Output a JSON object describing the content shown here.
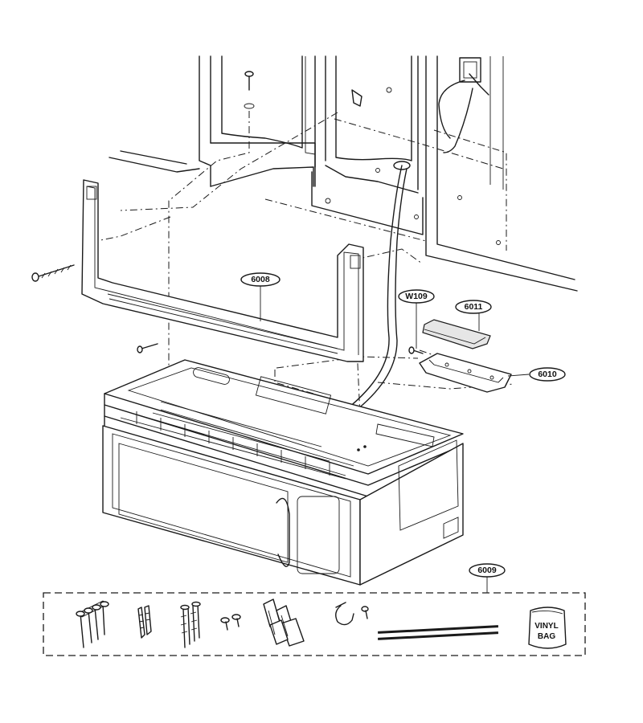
{
  "callouts": {
    "frame": "6008",
    "screw": "W109",
    "cover": "6011",
    "bracket": "6010",
    "kit": "6009"
  },
  "vinyl_bag": {
    "line1": "VINYL",
    "line2": "BAG"
  }
}
